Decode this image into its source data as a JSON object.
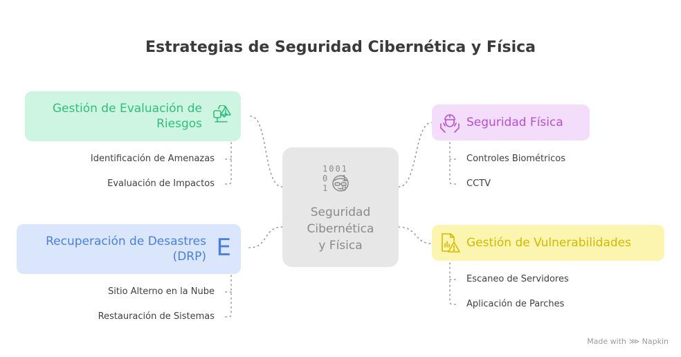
{
  "title": "Estrategias de Seguridad Cibernética y Física",
  "center": {
    "label_lines": [
      "Seguridad",
      "Cibernética",
      "y Física"
    ],
    "binary_lines": [
      "1001",
      "0  1",
      "1  0"
    ]
  },
  "branches": {
    "risk": {
      "label_lines": [
        "Gestión de Evaluación de",
        "Riesgos"
      ],
      "icon": "risk-assessment-icon",
      "color": "#2fbf7a",
      "items": [
        "Identificación de Amenazas",
        "Evaluación de Impactos"
      ]
    },
    "disaster": {
      "label_lines": [
        "Recuperación de Desastres",
        "(DRP)"
      ],
      "icon": "letter-e-icon",
      "icon_glyph": "E",
      "color": "#4a7fe0",
      "items": [
        "Sitio Alterno en la Nube",
        "Restauración de Sistemas"
      ]
    },
    "physical": {
      "label_lines": [
        "Seguridad Física"
      ],
      "icon": "security-guard-icon",
      "color": "#b74fd8",
      "items": [
        "Controles Biométricos",
        "CCTV"
      ]
    },
    "vuln": {
      "label_lines": [
        "Gestión de Vulnerabilidades"
      ],
      "icon": "vulnerability-report-icon",
      "color": "#d4b800",
      "items": [
        "Escaneo de Servidores",
        "Aplicación de Parches"
      ]
    }
  },
  "footer": "Made with ⋙ Napkin"
}
